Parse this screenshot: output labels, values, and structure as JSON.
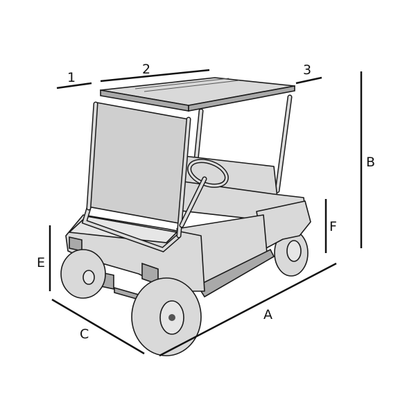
{
  "diagram": {
    "subject": "golf-cart",
    "dimension_labels": {
      "roof_front_overhang": "1",
      "roof_length": "2",
      "roof_rear_overhang": "3",
      "total_height": "B",
      "seat_height": "F",
      "front_height": "E",
      "width": "C",
      "length": "A"
    },
    "colors": {
      "line": "#111111",
      "body": "#d9d9d9",
      "shadow": "#a9a9a9"
    }
  }
}
